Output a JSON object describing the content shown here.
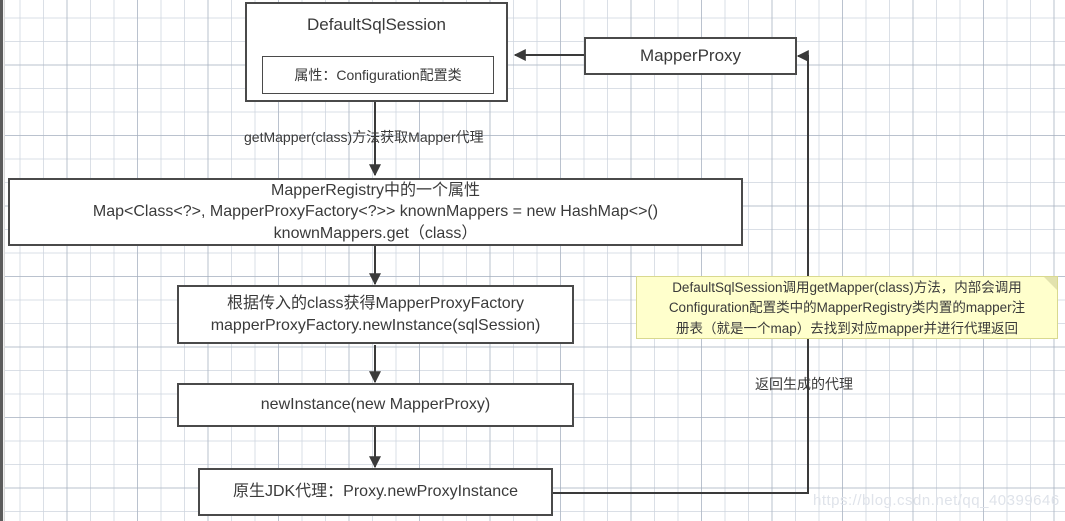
{
  "diagram": {
    "title": "MyBatis getMapper flow",
    "watermark": "https://blog.csdn.net/qq_40399646",
    "colors": {
      "node_border": "#4a4a4a",
      "node_fill": "#ffffff",
      "sticky_fill": "#ffffcc",
      "sticky_border": "#d9d98f",
      "text": "#3a3a3a",
      "grid_minor": "#cdd4de",
      "grid_major": "#a0aab9"
    },
    "nodes": {
      "default_sql_session": {
        "title": "DefaultSqlSession",
        "attribute_box": "属性：Configuration配置类"
      },
      "mapper_proxy": {
        "label": "MapperProxy"
      },
      "mapper_registry": {
        "line1": "MapperRegistry中的一个属性",
        "line2": "Map<Class<?>, MapperProxyFactory<?>> knownMappers = new HashMap<>()",
        "line3": "knownMappers.get（class）"
      },
      "mapper_proxy_factory": {
        "line1": "根据传入的class获得MapperProxyFactory",
        "line2": "mapperProxyFactory.newInstance(sqlSession)"
      },
      "new_instance": {
        "label": "newInstance(new MapperProxy)"
      },
      "jdk_proxy": {
        "label": "原生JDK代理：Proxy.newProxyInstance"
      }
    },
    "edge_labels": {
      "get_mapper": "getMapper(class)方法获取Mapper代理",
      "return_proxy": "返回生成的代理"
    },
    "sticky_note": {
      "line1": "DefaultSqlSession调用getMapper(class)方法，内部会调用",
      "line2": "Configuration配置类中的MapperRegistry类内置的mapper注",
      "line3": "册表（就是一个map）去找到对应mapper并进行代理返回"
    }
  }
}
